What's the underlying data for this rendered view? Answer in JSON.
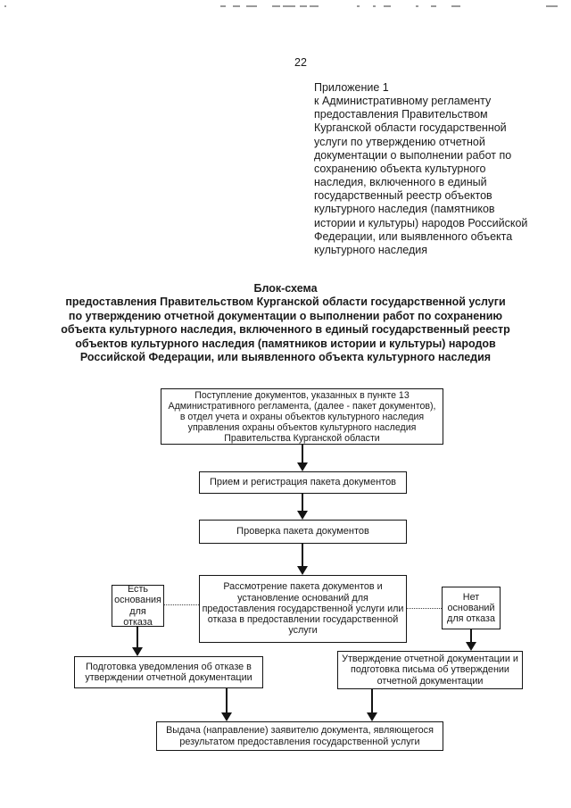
{
  "colors": {
    "ink": "#1a1a1a",
    "box_border": "#141414",
    "scan_artifact": "#9a9a9a"
  },
  "page": {
    "number": "22"
  },
  "appendix": {
    "text": "Приложение 1\nк Административному регламенту\nпредоставления Правительством\nКурганской области государственной\nуслуги по утверждению отчетной\nдокументации о выполнении работ по\nсохранению объекта культурного\nнаследия, включенного в единый\nгосударственный реестр объектов\nкультурного наследия (памятников\nистории и культуры) народов Российской\nФедерации, или выявленного объекта\nкультурного наследия"
  },
  "title": {
    "text": "Блок-схема\nпредоставления Правительством Курганской области государственной услуги\nпо утверждению отчетной документации о выполнении работ по сохранению\nобъекта культурного наследия, включенного в единый государственный реестр\nобъектов культурного наследия (памятников истории и культуры) народов\nРоссийской Федерации, или выявленного объекта культурного наследия"
  },
  "flowchart": {
    "nodes": {
      "receipt": {
        "text": "Поступление документов, указанных в пункте 13\nАдминистративного регламента, (далее - пакет документов),\nв отдел учета и охраны объектов культурного наследия\nуправления охраны объектов культурного наследия\nПравительства Курганской области"
      },
      "registration": {
        "text": "Прием и регистрация пакета документов"
      },
      "check": {
        "text": "Проверка пакета документов"
      },
      "review": {
        "text": "Рассмотрение пакета документов и\nустановление оснований для\nпредоставления государственной услуги или\nотказа в предоставлении государственной\nуслуги"
      },
      "grounds_yes": {
        "text": "Есть\nоснования\nдля отказа"
      },
      "grounds_no": {
        "text": "Нет\nоснований\nдля отказа"
      },
      "refusal": {
        "text": "Подготовка уведомления об отказе в\nутверждении отчетной документации"
      },
      "approval": {
        "text": "Утверждение отчетной документации и\nподготовка письма об утверждении\nотчетной документации"
      },
      "issue": {
        "text": "Выдача (направление) заявителю документа, являющегося\nрезультатом предоставления государственной услуги"
      }
    }
  }
}
